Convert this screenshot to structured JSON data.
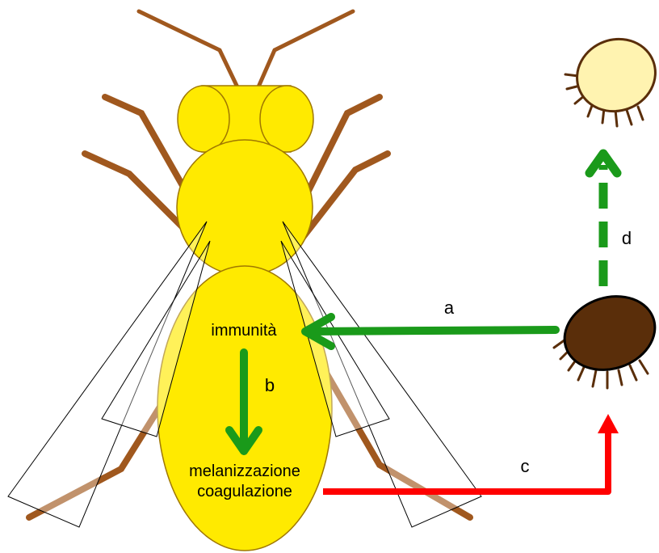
{
  "labels": {
    "immunity": "immunità",
    "melanization": "melanizzazione",
    "coagulation": "coagulazione",
    "arrow_a": "a",
    "arrow_b": "b",
    "arrow_c": "c",
    "arrow_d": "d"
  },
  "colors": {
    "body_fill": "#ffea00",
    "body_stroke": "#a07800",
    "leg": "#a0581e",
    "green_arrow": "#1a9a1a",
    "red_arrow": "#ff0000",
    "mite_dark": "#5a2e0a",
    "mite_light": "#fff3b0"
  }
}
